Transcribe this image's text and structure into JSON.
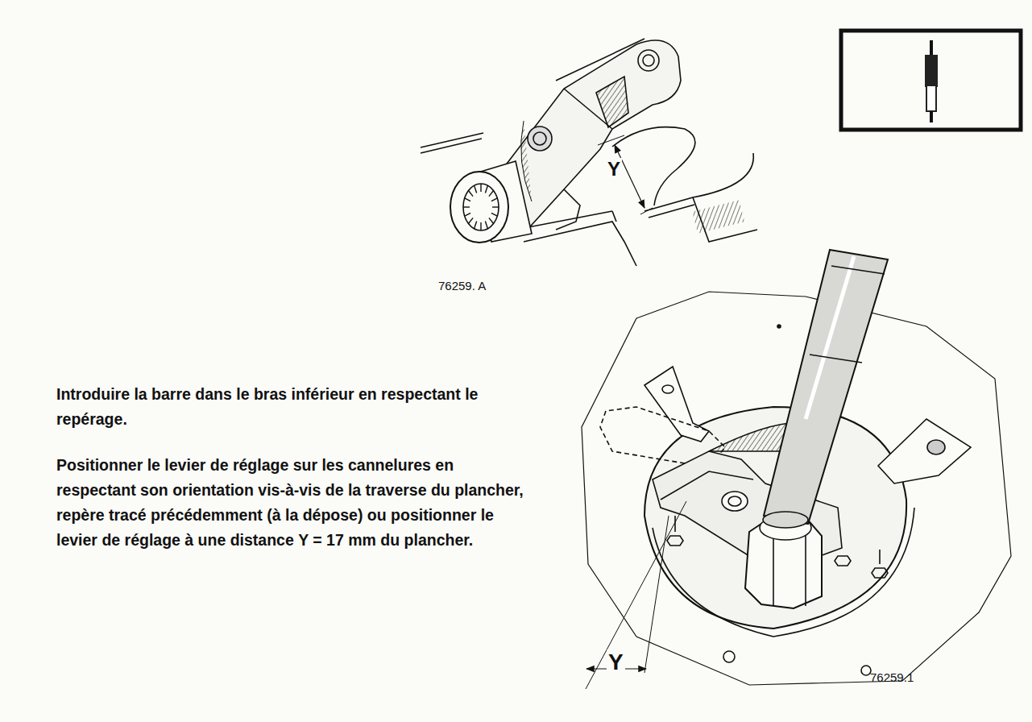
{
  "diagram": {
    "labels": [
      "76259. A",
      "Y",
      "Introduire la barre dans le bras inférieur en respectant le repérage.",
      "Positionner le levier de réglage sur les cannelures en respectant son orientation vis-à-vis de la traverse du plancher,",
      "repère tracé précédemment",
      "(à la dépose) ou positionner le levier de réglage à une distance",
      "Y = 17 mm",
      "du plancher.",
      "Y",
      "76259.1"
    ]
  }
}
